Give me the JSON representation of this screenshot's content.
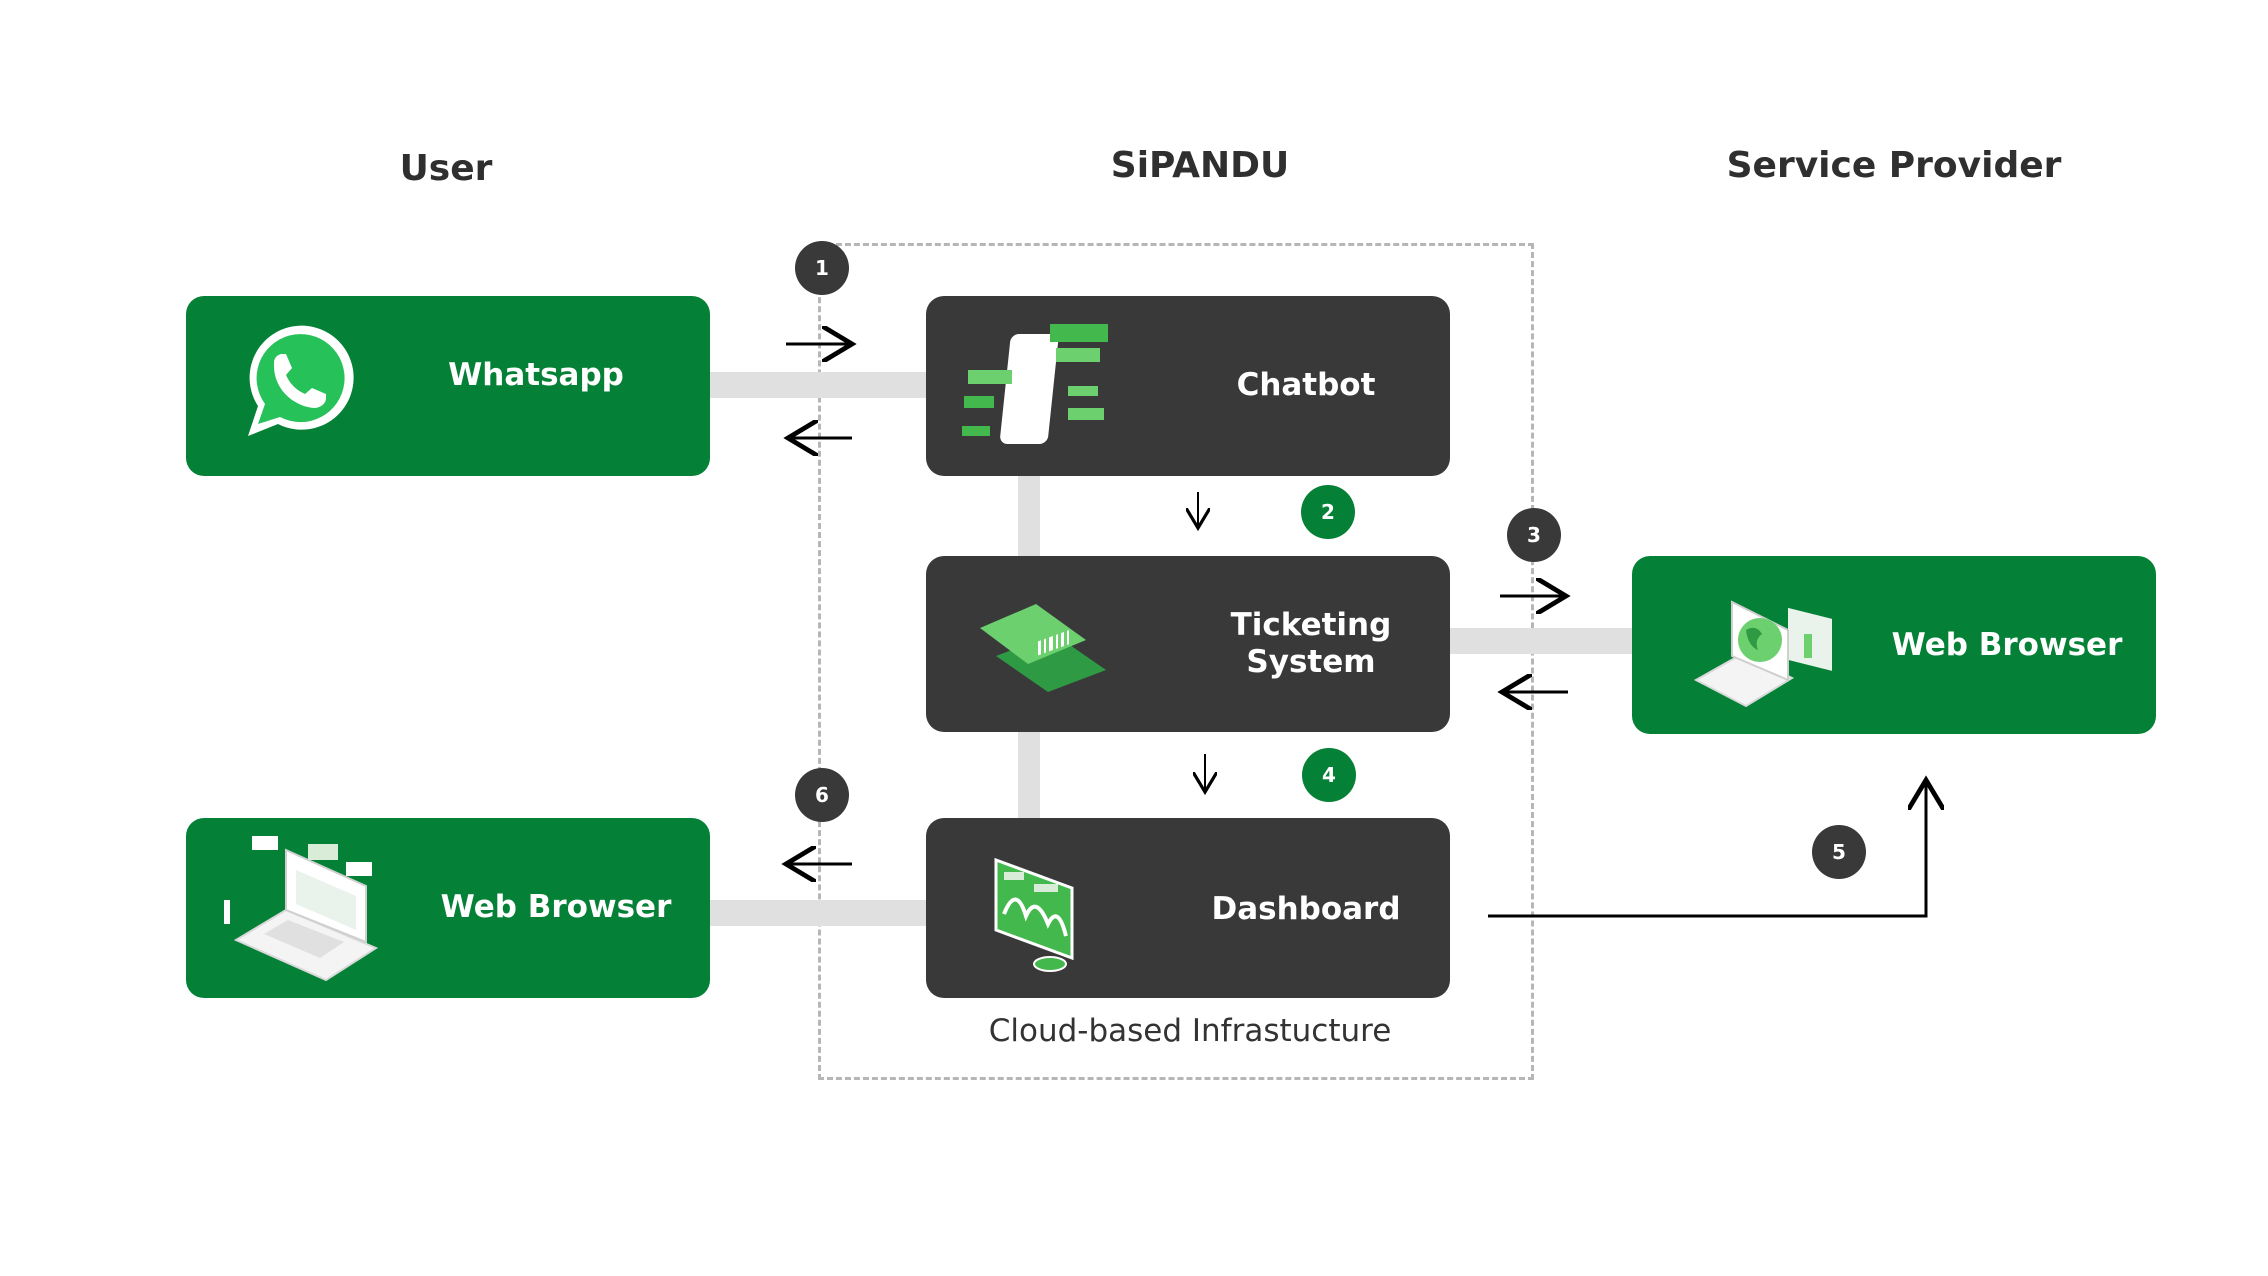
{
  "headings": {
    "user": "User",
    "system": "SiPANDU",
    "provider": "Service Provider"
  },
  "boxes": {
    "whatsapp": "Whatsapp",
    "user_browser": "Web Browser",
    "chatbot": "Chatbot",
    "ticketing_line1": "Ticketing",
    "ticketing_line2": "System",
    "dashboard": "Dashboard",
    "provider_browser": "Web Browser"
  },
  "caption": "Cloud-based Infrastucture",
  "steps": [
    "1",
    "2",
    "3",
    "4",
    "5",
    "6"
  ],
  "colors": {
    "green": "#058137",
    "dark": "#393939",
    "connector": "#e0e0e0",
    "dashed_frame": "#b6b6b6"
  },
  "icons": {
    "whatsapp": "whatsapp-logo-icon",
    "chatbot": "phone-chat-icon",
    "ticketing": "ticket-cards-icon",
    "dashboard": "dashboard-monitor-icon",
    "user_browser": "laptop-windows-icon",
    "provider_browser": "laptop-globe-icon"
  }
}
